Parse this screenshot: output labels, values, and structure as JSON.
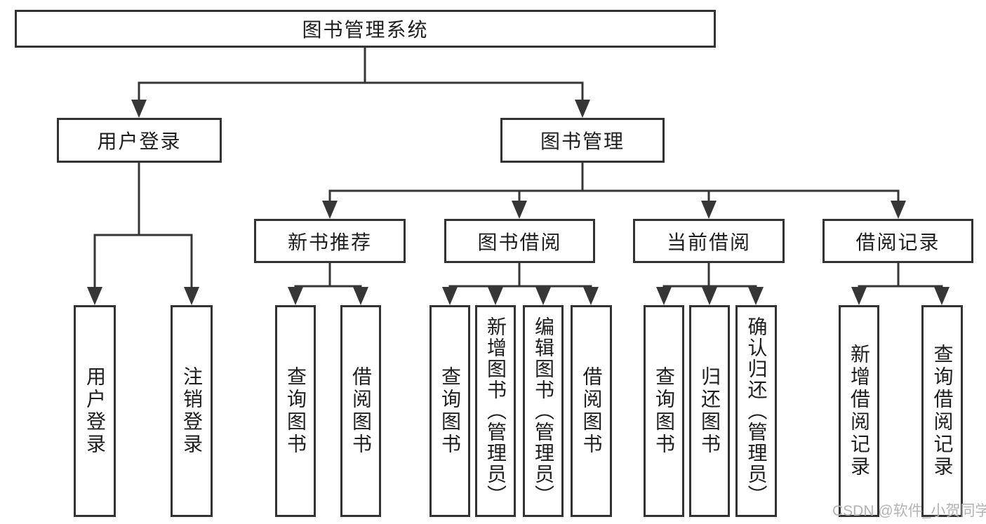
{
  "diagram": {
    "root": {
      "label": "图书管理系统"
    },
    "level2": [
      {
        "label": "用户登录"
      },
      {
        "label": "图书管理"
      }
    ],
    "level3": [
      {
        "label": "新书推荐",
        "parent": "图书管理"
      },
      {
        "label": "图书借阅",
        "parent": "图书管理"
      },
      {
        "label": "当前借阅",
        "parent": "图书管理"
      },
      {
        "label": "借阅记录",
        "parent": "图书管理"
      }
    ],
    "leaves": [
      {
        "label": "用户登录",
        "parent": "用户登录"
      },
      {
        "label": "注销登录",
        "parent": "用户登录"
      },
      {
        "label": "查询图书",
        "parent": "新书推荐"
      },
      {
        "label": "借阅图书",
        "parent": "新书推荐"
      },
      {
        "label": "查询图书",
        "parent": "图书借阅"
      },
      {
        "label": "新增图书（管理员）",
        "parent": "图书借阅"
      },
      {
        "label": "编辑图书（管理员）",
        "parent": "图书借阅"
      },
      {
        "label": "借阅图书",
        "parent": "图书借阅"
      },
      {
        "label": "查询图书",
        "parent": "当前借阅"
      },
      {
        "label": "归还图书",
        "parent": "当前借阅"
      },
      {
        "label": "确认归还（管理员）",
        "parent": "当前借阅"
      },
      {
        "label": "新增借阅记录",
        "parent": "借阅记录"
      },
      {
        "label": "查询借阅记录",
        "parent": "借阅记录"
      }
    ]
  },
  "colors": {
    "line": "#363636",
    "box_border": "#333333",
    "text": "#1e1e1e",
    "watermark_text": "#b3b3b3",
    "background": "#ffffff"
  },
  "watermark": "CSDN @软件_小贺同学"
}
